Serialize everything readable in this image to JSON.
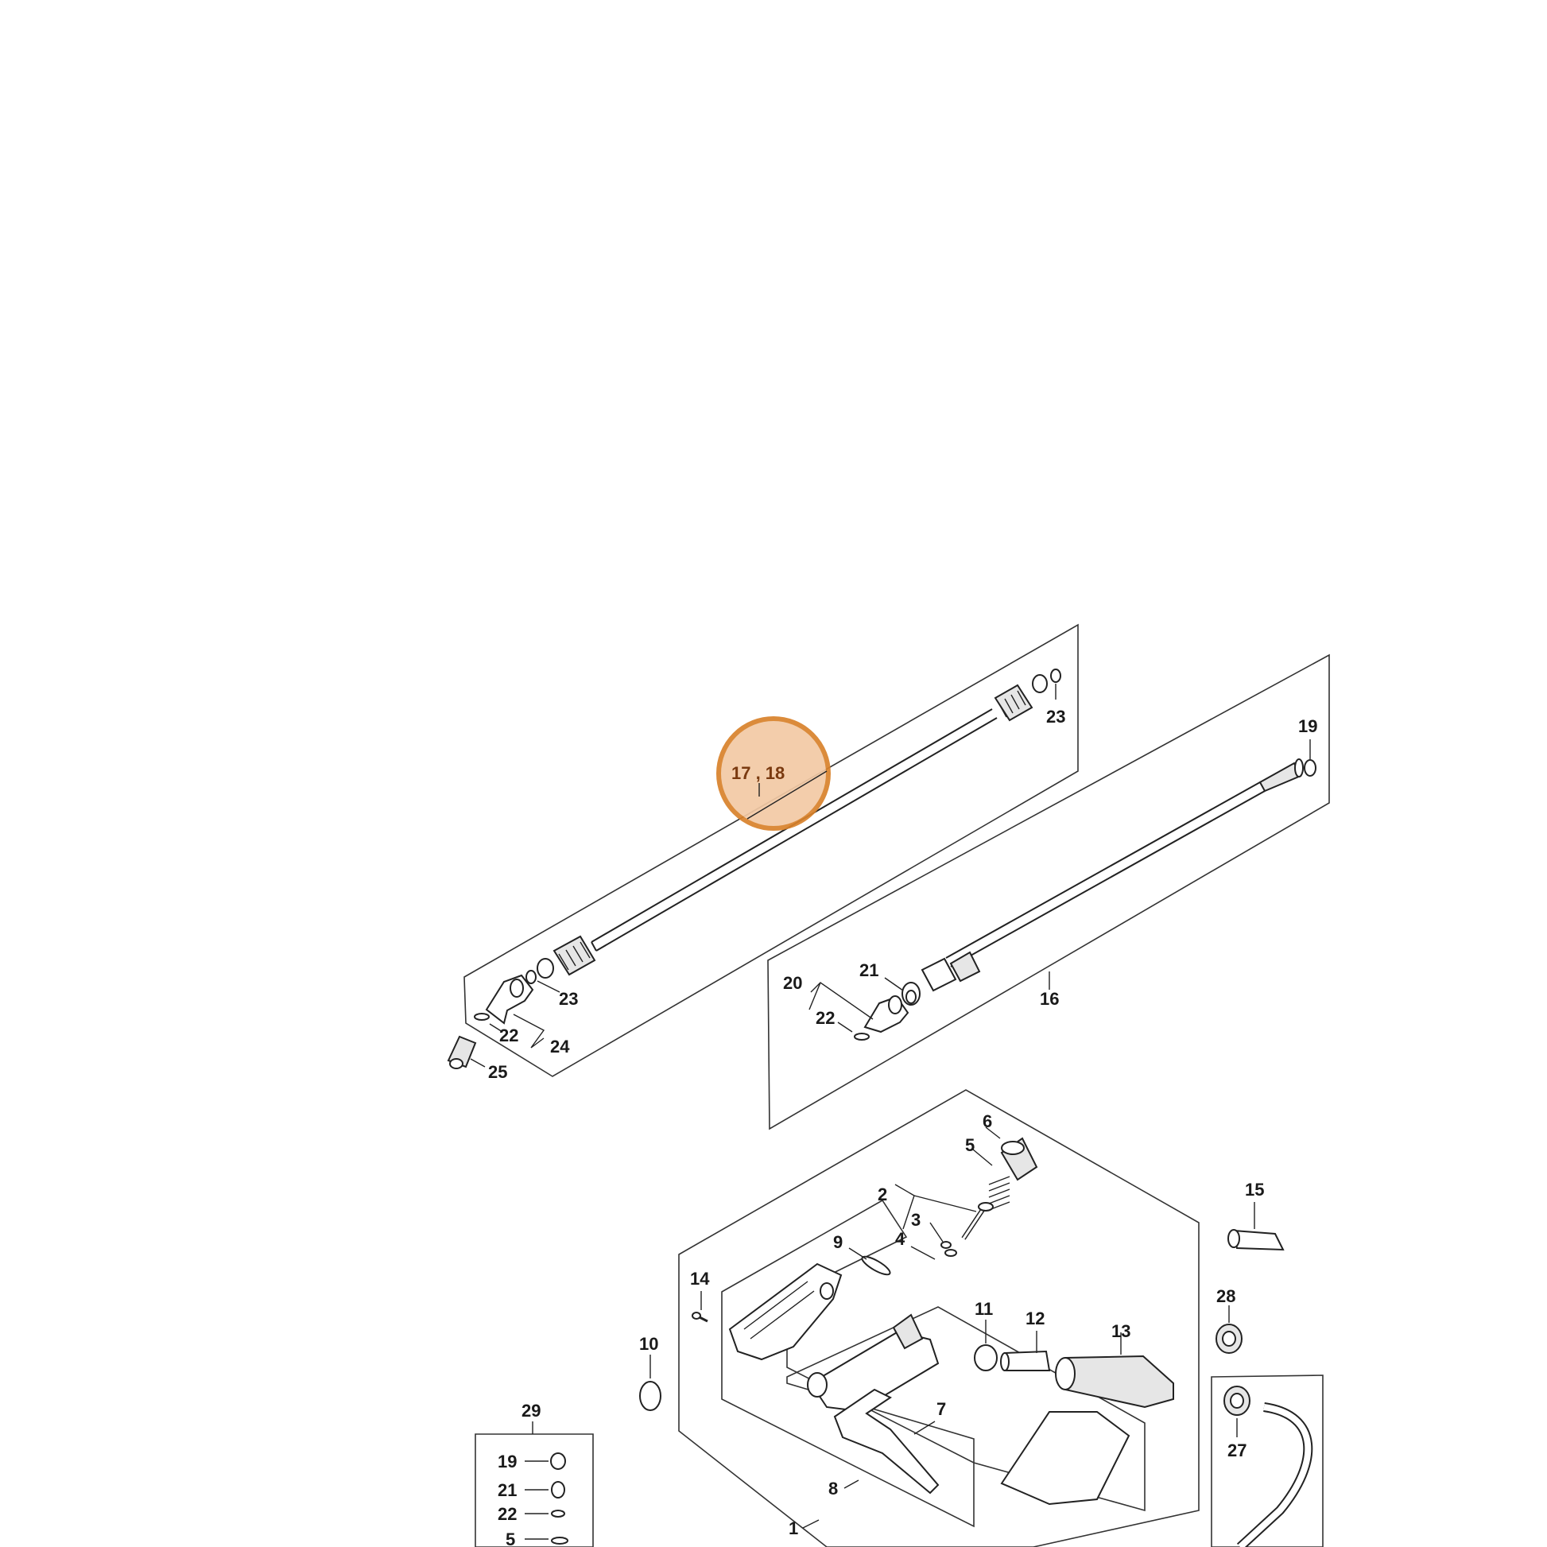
{
  "highlight": {
    "label": "17 , 18",
    "fill": "#f2c9a4",
    "stroke": "#d9822b"
  },
  "labels": {
    "p1": "1",
    "p2": "2",
    "p3": "3",
    "p4": "4",
    "p5": "5",
    "p5b": "5",
    "p6": "6",
    "p7": "7",
    "p8": "8",
    "p9": "9",
    "p10": "10",
    "p11": "11",
    "p12": "12",
    "p13": "13",
    "p14": "14",
    "p15": "15",
    "p16": "16",
    "p19a": "19",
    "p19b": "19",
    "p20": "20",
    "p21a": "21",
    "p21b": "21",
    "p22a": "22",
    "p22b": "22",
    "p22c": "22",
    "p23a": "23",
    "p23b": "23",
    "p24": "24",
    "p25": "25",
    "p27": "27",
    "p28": "28",
    "p29": "29"
  }
}
